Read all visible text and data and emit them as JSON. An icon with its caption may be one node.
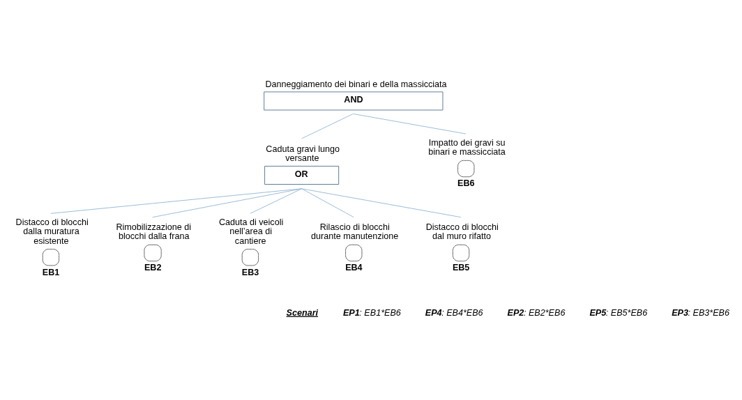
{
  "diagram": {
    "nodes": [
      {
        "text": [
          "Danneggiamento dei binari e della massicciata",
          "AND"
        ]
      },
      {
        "text": [
          "Caduta gravi lungo versante",
          "OR"
        ]
      },
      {
        "text": [],
        "shape": "circle",
        "beside": [
          "Impatto dei gravi su binari e massicciata",
          "EB6"
        ]
      },
      {
        "text": [],
        "shape": "circle",
        "beside": [
          "Distacco di blocchi dalla muratura esistente",
          "EB1"
        ]
      },
      {
        "text": [],
        "shape": "circle",
        "beside": [
          "Rimobilizzazione di blocchi dalla frana",
          "EB2"
        ]
      },
      {
        "text": [],
        "shape": "circle",
        "beside": [
          "Caduta di veicoli nell’area di cantiere",
          "EB3"
        ]
      },
      {
        "text": [],
        "shape": "circle",
        "beside": [
          "Rilascio di blocchi durante manutenzione",
          "EB4"
        ]
      },
      {
        "text": [],
        "shape": "circle",
        "beside": [
          "Distacco di blocchi dal muro rifatto",
          "EB5"
        ]
      }
    ],
    "edges": [
      {
        "from": 0,
        "to": 1,
        "arrow": "none"
      },
      {
        "from": 0,
        "to": 2,
        "arrow": "none"
      },
      {
        "from": 1,
        "to": 3,
        "arrow": "none"
      },
      {
        "from": 1,
        "to": 4,
        "arrow": "none"
      },
      {
        "from": 1,
        "to": 5,
        "arrow": "none"
      },
      {
        "from": 1,
        "to": 6,
        "arrow": "none"
      },
      {
        "from": 1,
        "to": 7,
        "arrow": "none"
      }
    ],
    "labels": [
      "Scenari",
      "EP1: EB1*EB6",
      "EP4: EB4*EB6",
      "EP2: EB2*EB6",
      "EP5: EB5*EB6",
      "EP3: EB3*EB6"
    ]
  }
}
